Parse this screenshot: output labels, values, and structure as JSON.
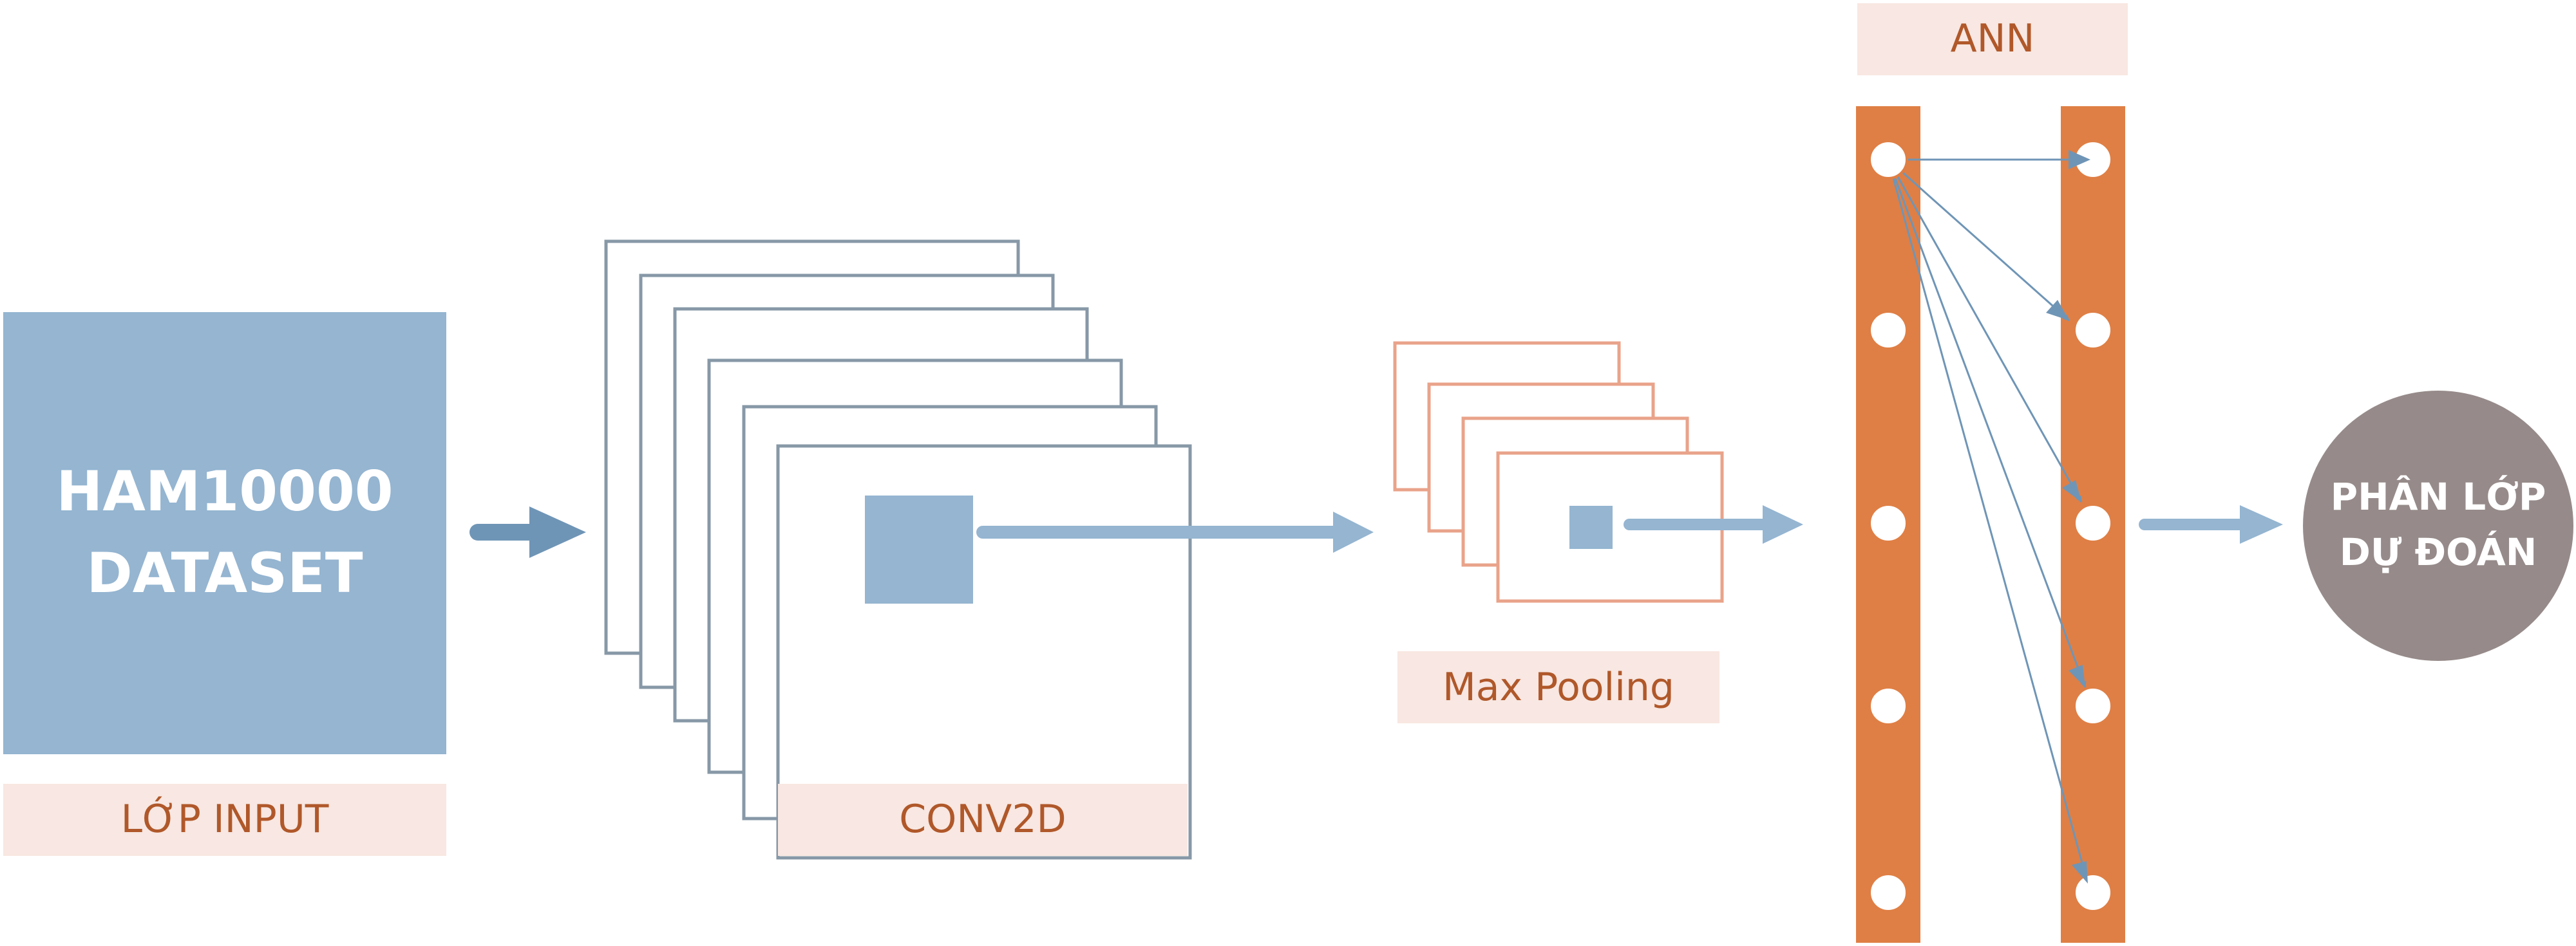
{
  "input": {
    "title_line1": "HAM10000",
    "title_line2": "DATASET",
    "label": "LỚP INPUT"
  },
  "conv": {
    "label": "CONV2D"
  },
  "pool": {
    "label": "Max Pooling"
  },
  "ann": {
    "label": "ANN",
    "neurons_per_layer": 5
  },
  "output": {
    "line1": "PHÂN LỚP",
    "line2": "DỰ ĐOÁN"
  },
  "colors": {
    "blue": "#95b5d1",
    "blue_arrow": "#6f95b6",
    "orange": "#df7f45",
    "label_bg": "#f8e7e2",
    "label_text": "#b0582a",
    "frame_gray": "#8798a7",
    "frame_orange": "#e9a38a",
    "gray_circle": "#968b8a"
  }
}
